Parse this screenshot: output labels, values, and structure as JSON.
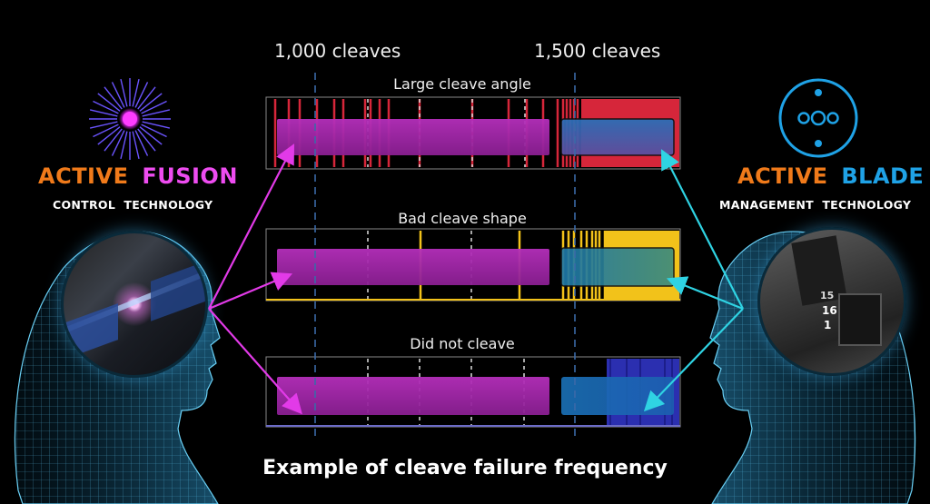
{
  "markers": {
    "left_label": "1,000 cleaves",
    "right_label": "1,500 cleaves"
  },
  "rows": [
    {
      "title": "Large cleave angle",
      "accent": "#d6263a"
    },
    {
      "title": "Bad cleave shape",
      "accent": "#f2c21a"
    },
    {
      "title": "Did not cleave",
      "accent": "#2b2fb0"
    }
  ],
  "left_brand": {
    "word1": "ACTIVE",
    "word2": "FUSION",
    "subtitle": "CONTROL  TECHNOLOGY",
    "color1": "#f07a1a",
    "color2": "#ee4cf0"
  },
  "right_brand": {
    "word1": "ACTIVE",
    "word2": "BLADE",
    "subtitle": "MANAGEMENT  TECHNOLOGY",
    "color1": "#f07a1a",
    "color2": "#1fa2e6"
  },
  "head_image_labels": [
    "15",
    "16",
    "1"
  ],
  "caption": "Example of cleave failure frequency",
  "colors": {
    "fusion_bar": "#a12aa8",
    "blade_bar": "#1a6fb5",
    "magenta_arrow": "#e23ae8",
    "cyan_arrow": "#2fd3e3",
    "dashed_marker": "#3b6aa8"
  }
}
